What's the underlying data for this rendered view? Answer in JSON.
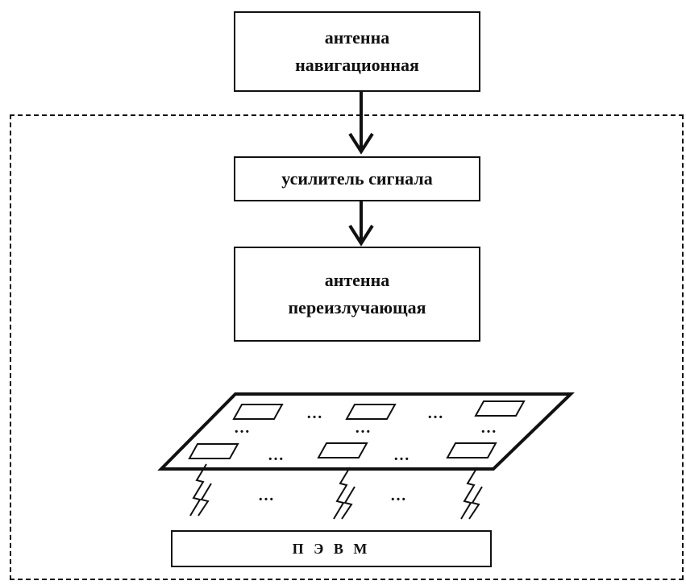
{
  "blocks": {
    "nav_antenna": [
      "антенна",
      "навигационная"
    ],
    "amplifier": "усилитель сигнала",
    "reradiating_antenna": [
      "антенна",
      "переизлучающая"
    ],
    "pc": "П Э В М"
  },
  "ellipsis": "…"
}
